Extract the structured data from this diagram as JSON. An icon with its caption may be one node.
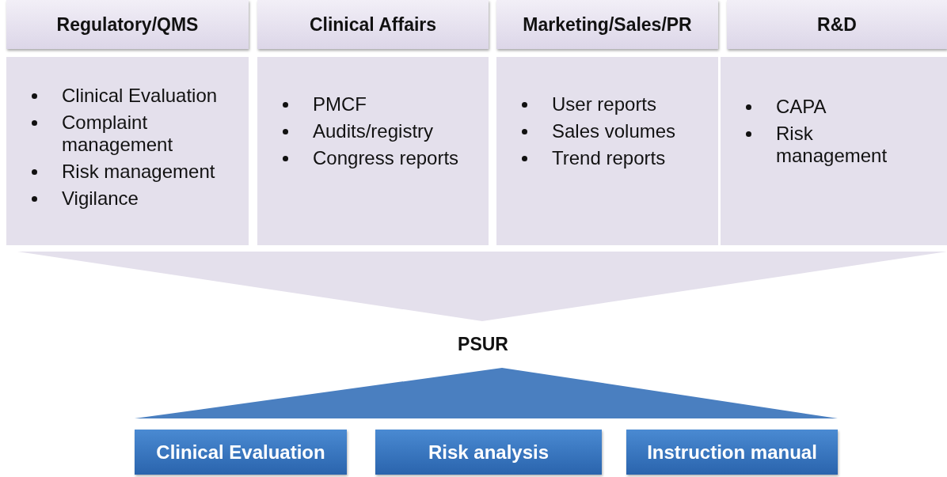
{
  "diagram": {
    "nodes": [
      {
        "text": [
          "Regulatory/QMS"
        ]
      },
      {
        "text": [
          "Clinical Affairs"
        ]
      },
      {
        "text": [
          "Marketing/Sales/PR"
        ]
      },
      {
        "text": [
          "R&D"
        ]
      },
      {
        "text": [
          "Clinical Evaluation",
          "Complaint management",
          "Risk management",
          "Vigilance"
        ]
      },
      {
        "text": [
          "PMCF",
          "Audits/registry",
          "Congress reports"
        ]
      },
      {
        "text": [
          "User reports",
          "Sales volumes",
          "Trend reports"
        ]
      },
      {
        "text": [
          "CAPA",
          "Risk management"
        ]
      },
      {
        "text": [],
        "shape": "triangle"
      },
      {
        "text": [
          "PSUR"
        ]
      },
      {
        "text": [],
        "shape": "triangle"
      },
      {
        "text": [
          "Clinical Evaluation"
        ]
      },
      {
        "text": [
          "Risk analysis"
        ]
      },
      {
        "text": [
          "Instruction manual"
        ]
      }
    ],
    "edges": []
  }
}
